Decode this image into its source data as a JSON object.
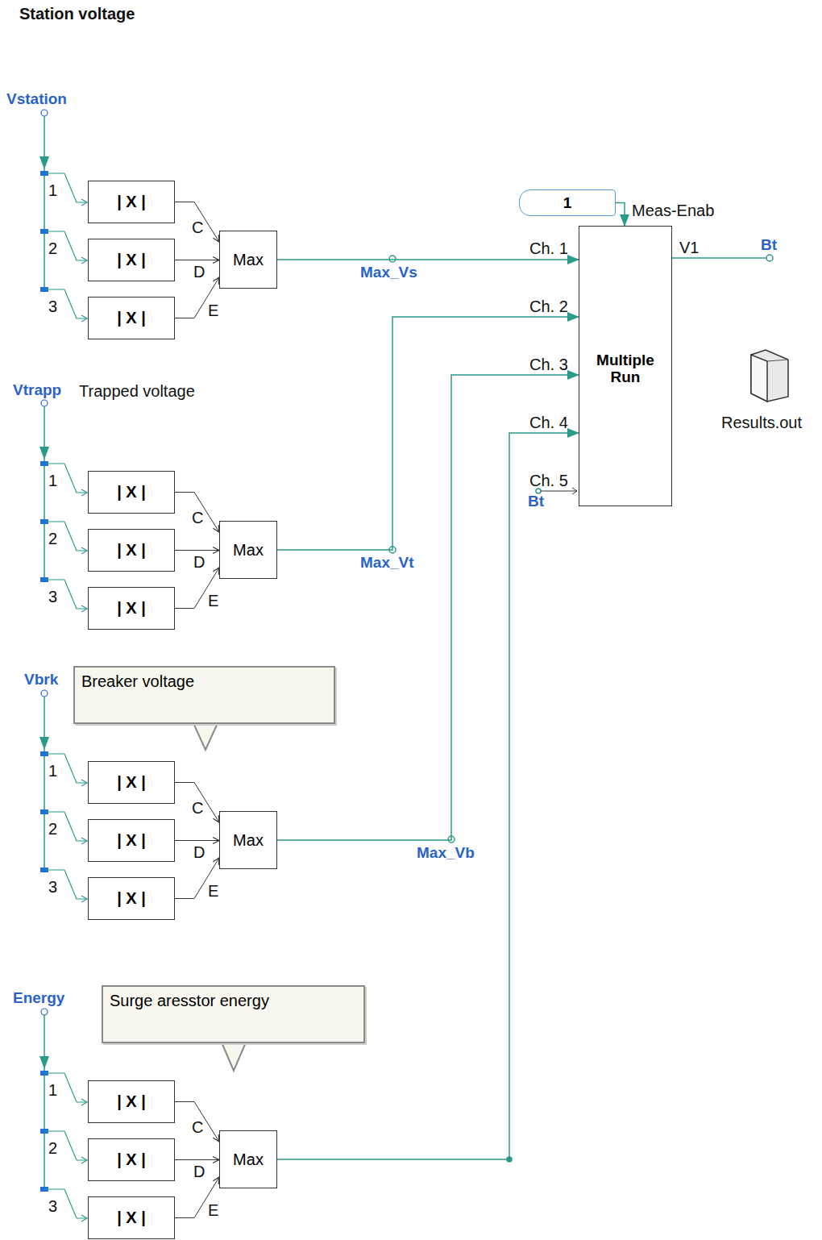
{
  "diagram": {
    "title": "Station voltage",
    "nodes": [
      {
        "text": [
          "| X |"
        ]
      },
      {
        "text": [
          "| X |"
        ]
      },
      {
        "text": [
          "| X |"
        ]
      },
      {
        "text": [
          "Max"
        ]
      },
      {
        "text": [
          "1"
        ]
      },
      {
        "text": [
          "Multiple Run"
        ]
      },
      {
        "text": [
          "| X |"
        ]
      },
      {
        "text": [
          "| X |"
        ]
      },
      {
        "text": [
          "| X |"
        ]
      },
      {
        "text": [
          "Max"
        ]
      },
      {
        "text": [
          "Breaker voltage"
        ]
      },
      {
        "text": [
          "| X |"
        ]
      },
      {
        "text": [
          "| X |"
        ]
      },
      {
        "text": [
          "| X |"
        ]
      },
      {
        "text": [
          "Max"
        ]
      },
      {
        "text": [
          "Surge aresstor energy"
        ]
      },
      {
        "text": [
          "| X |"
        ]
      },
      {
        "text": [
          "| X |"
        ]
      },
      {
        "text": [
          "| X |"
        ]
      },
      {
        "text": [
          "Max"
        ]
      }
    ],
    "edges": [
      {
        "from": 0,
        "to": 3,
        "arrow": "to"
      },
      {
        "from": 1,
        "to": 3,
        "arrow": "to"
      },
      {
        "from": 2,
        "to": 3,
        "arrow": "to"
      },
      {
        "from": 3,
        "to": 5,
        "label": "Max_Vs",
        "arrow": "to"
      },
      {
        "from": 4,
        "to": 5,
        "arrow": "to"
      },
      {
        "from": 6,
        "to": 9,
        "arrow": "to"
      },
      {
        "from": 7,
        "to": 9,
        "arrow": "to"
      },
      {
        "from": 8,
        "to": 9,
        "arrow": "to"
      },
      {
        "from": 9,
        "to": 5,
        "label": "Max_Vt",
        "arrow": "to"
      },
      {
        "from": 11,
        "to": 14,
        "arrow": "to"
      },
      {
        "from": 12,
        "to": 14,
        "arrow": "to"
      },
      {
        "from": 13,
        "to": 14,
        "arrow": "to"
      },
      {
        "from": 14,
        "to": 5,
        "label": "Max_Vb",
        "arrow": "to"
      },
      {
        "from": 16,
        "to": 19,
        "arrow": "to"
      },
      {
        "from": 17,
        "to": 19,
        "arrow": "to"
      },
      {
        "from": 18,
        "to": 19,
        "arrow": "to"
      },
      {
        "from": 19,
        "to": 5,
        "arrow": "to"
      }
    ],
    "labels": [
      "Vstation",
      "1",
      "2",
      "3",
      "C",
      "D",
      "E",
      "Meas-Enab",
      "Ch. 1",
      "Ch. 2",
      "Ch. 3",
      "Ch. 4",
      "Ch. 5",
      "V1",
      "Bt",
      "Bt",
      "Results.out",
      "Vtrapp",
      "Trapped voltage",
      "1",
      "2",
      "3",
      "C",
      "D",
      "E",
      "Vbrk",
      "1",
      "2",
      "3",
      "C",
      "D",
      "E",
      "Energy",
      "1",
      "2",
      "3",
      "C",
      "D",
      "E"
    ]
  }
}
